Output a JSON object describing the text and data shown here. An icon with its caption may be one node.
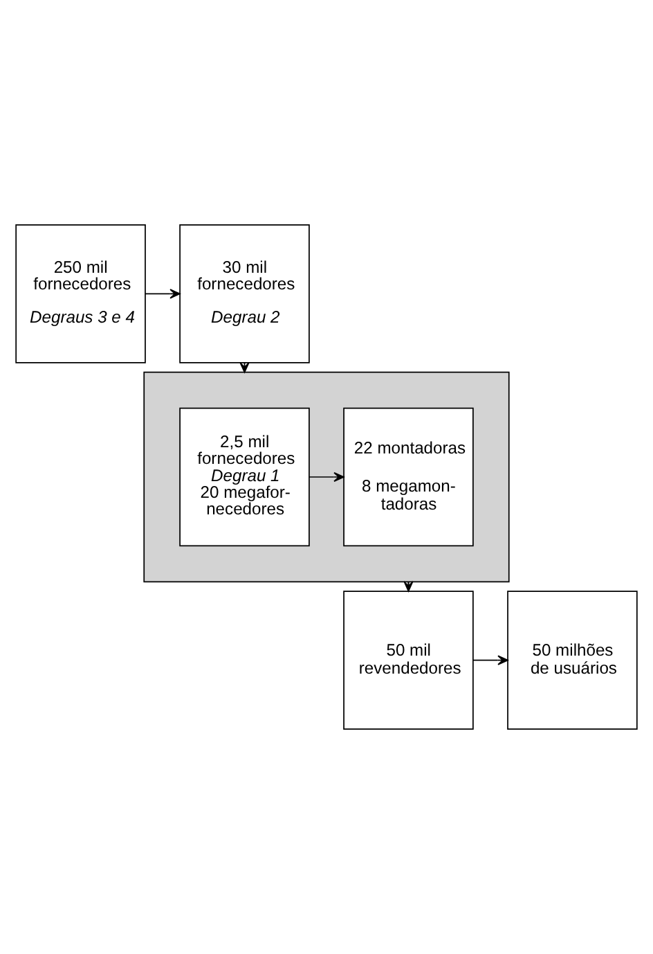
{
  "diagram": {
    "nodes": [
      {
        "text": [
          "250 mil fornecedores",
          "Degraus 3 e 4"
        ]
      },
      {
        "text": [
          "30 mil fornecedores",
          "Degrau 2"
        ]
      },
      {
        "text": [],
        "shape": "box"
      },
      {
        "text": [
          "2,5 mil fornecedores",
          "Degrau 1",
          "20 megafor- necedores"
        ],
        "in": 2
      },
      {
        "text": [
          "22 montadoras",
          "8 megamon- tadoras"
        ],
        "in": 2
      },
      {
        "text": [
          "50 mil revendedores"
        ]
      },
      {
        "text": [
          "50 milhões de usuários"
        ]
      }
    ],
    "edges": [
      {
        "from": 0,
        "to": 1,
        "arrow": "to"
      },
      {
        "from": 1,
        "to": 2,
        "arrow": "to"
      },
      {
        "from": 3,
        "to": 4,
        "arrow": "to"
      },
      {
        "from": 2,
        "to": 5,
        "arrow": "to"
      },
      {
        "from": 5,
        "to": 6,
        "arrow": "to"
      }
    ]
  }
}
